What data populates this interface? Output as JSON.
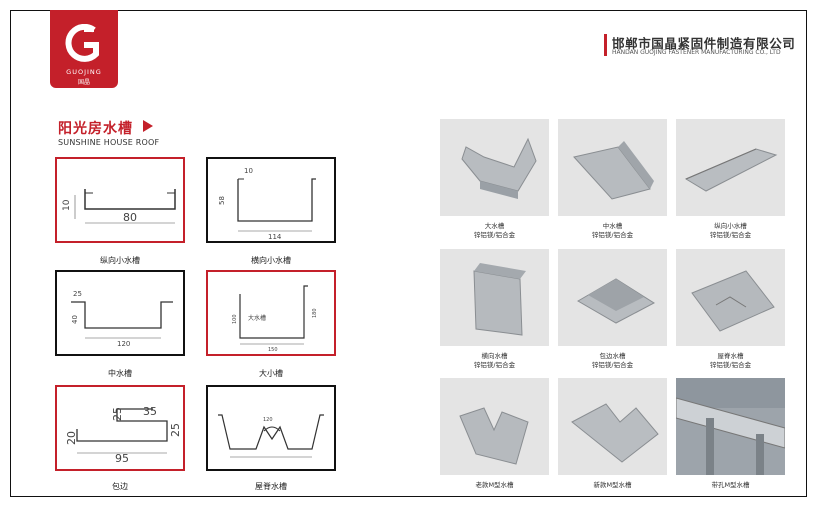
{
  "logo": {
    "letter": "G",
    "en": "GUOJING",
    "cn": "国晶"
  },
  "company": {
    "cn": "邯郸市国晶紧固件制造有限公司",
    "en": "HANDAN GUOJING FASTENER MANUFACTURING CO., LTD"
  },
  "section": {
    "title": "阳光房水槽",
    "subtitle": "SUNSHINE HOUSE ROOF"
  },
  "diagrams": [
    {
      "caption": "纵向小水槽",
      "dims": [
        "10",
        "80"
      ]
    },
    {
      "caption": "横向小水槽",
      "dims": [
        "10",
        "58",
        "114"
      ]
    },
    {
      "caption": "中水槽",
      "dims": [
        "25",
        "40",
        "120"
      ]
    },
    {
      "caption": "大小槽",
      "dims": [
        "大水槽",
        "100",
        "180",
        "150"
      ]
    },
    {
      "caption": "包边",
      "dims": [
        "35",
        "25",
        "20",
        "25",
        "95"
      ]
    },
    {
      "caption": "屋脊水槽",
      "dims": [
        "120"
      ]
    }
  ],
  "products": [
    {
      "name": "大水槽",
      "material": "锌铝镁/铝合金"
    },
    {
      "name": "中水槽",
      "material": "锌铝镁/铝合金"
    },
    {
      "name": "纵向小水槽",
      "material": "锌铝镁/铝合金"
    },
    {
      "name": "横向水槽",
      "material": "锌铝镁/铝合金"
    },
    {
      "name": "包边水槽",
      "material": "锌铝镁/铝合金"
    },
    {
      "name": "屋脊水槽",
      "material": "锌铝镁/铝合金"
    },
    {
      "name": "老款M型水槽",
      "material": ""
    },
    {
      "name": "新款M型水槽",
      "material": ""
    },
    {
      "name": "带孔M型水槽",
      "material": ""
    }
  ]
}
